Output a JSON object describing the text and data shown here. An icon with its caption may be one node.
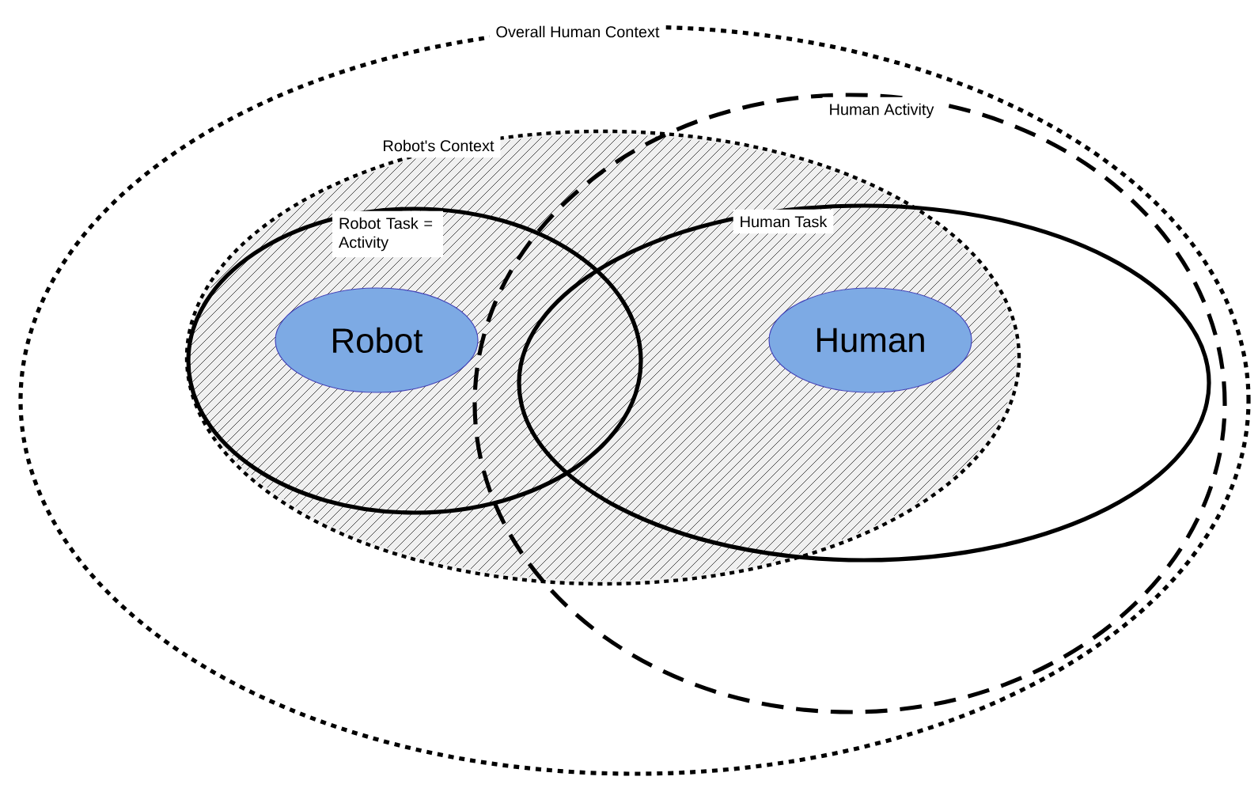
{
  "diagram": {
    "nodes": [
      {
        "text": [
          "Overall Human Context"
        ]
      },
      {
        "text": [
          "Human Activity"
        ],
        "in": 0
      },
      {
        "text": [
          "Robot's Context"
        ],
        "in": 0
      },
      {
        "text": [
          "Robot Task = Activity"
        ],
        "in": 2
      },
      {
        "text": [
          "Human Task"
        ],
        "in": 1
      },
      {
        "text": [
          "Robot"
        ],
        "in": 3
      },
      {
        "text": [
          "Human"
        ]
      }
    ]
  }
}
